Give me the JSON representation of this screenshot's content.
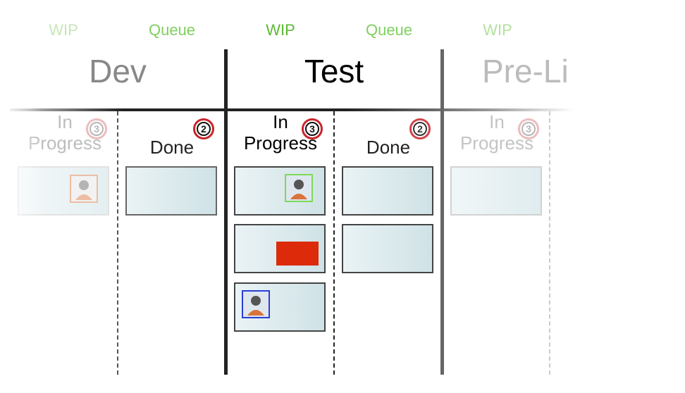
{
  "header_tags": [
    {
      "label": "WIP"
    },
    {
      "label": "Queue"
    },
    {
      "label": "WIP"
    },
    {
      "label": "Queue"
    },
    {
      "label": "WIP"
    }
  ],
  "stages": [
    {
      "title": "Dev"
    },
    {
      "title": "Test"
    },
    {
      "title": "Pre-Li"
    }
  ],
  "columns": {
    "dev_in_progress": {
      "label_line1": "In",
      "label_line2": "Progress",
      "wip_limit": "3"
    },
    "dev_done": {
      "label": "Done",
      "wip_limit": "2"
    },
    "test_in_progress": {
      "label_line1": "In",
      "label_line2": "Progress",
      "wip_limit": "3"
    },
    "test_done": {
      "label": "Done",
      "wip_limit": "2"
    },
    "prelive_in_progress": {
      "label_line1": "In",
      "label_line2": "Progress",
      "wip_limit": "3"
    }
  },
  "colors": {
    "wip_tag": "#5db833",
    "queue_tag": "#7fcf5e",
    "badge_ring": "#c9242c",
    "blocker": "#dd2a0a",
    "avatar_green": "#7ed957",
    "avatar_blue": "#2a3fd6",
    "avatar_orange": "#e0885a"
  },
  "icons": {
    "avatar": "person-avatar-icon",
    "blocker": "blocked-marker"
  }
}
